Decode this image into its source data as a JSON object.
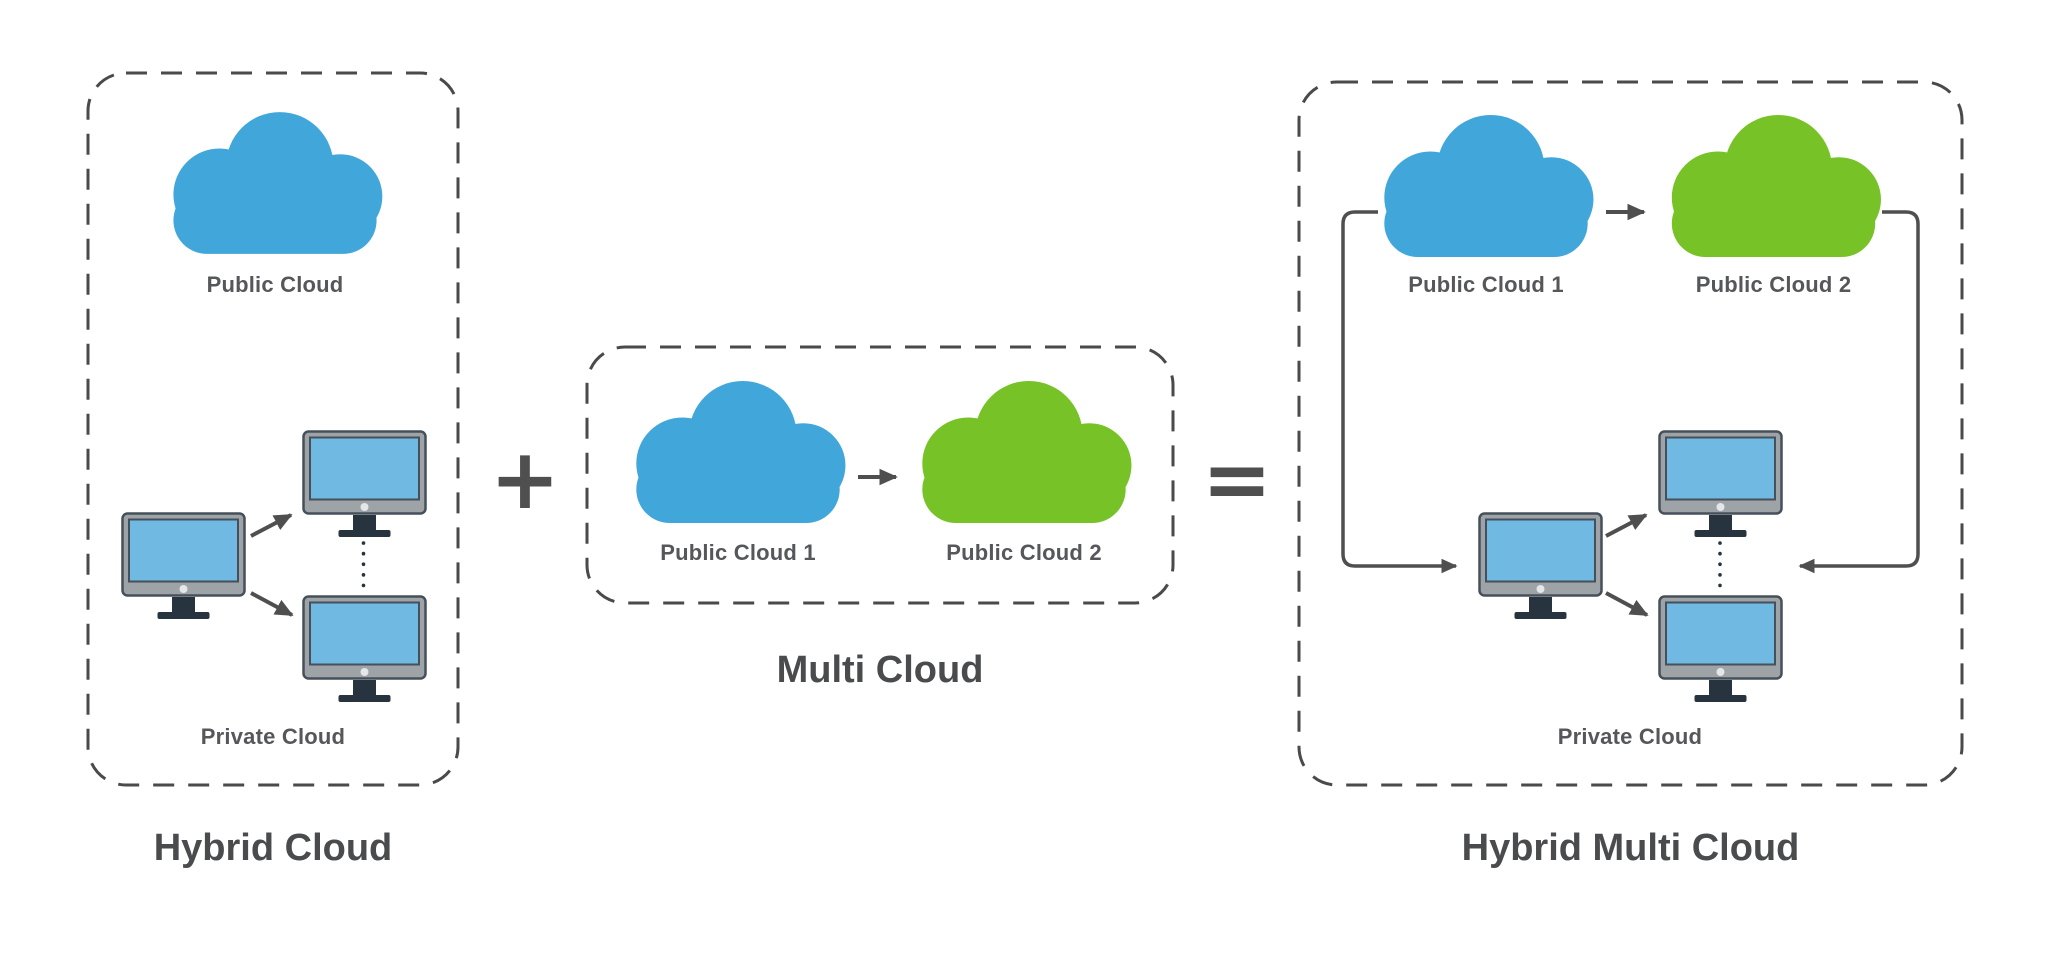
{
  "diagram": {
    "boxes": [
      {
        "id": "hybrid-cloud",
        "title": "Hybrid Cloud",
        "public_cloud_label": "Public Cloud",
        "private_cloud_label": "Private Cloud"
      },
      {
        "id": "multi-cloud",
        "title": "Multi Cloud",
        "public_cloud_1_label": "Public Cloud 1",
        "public_cloud_2_label": "Public Cloud 2"
      },
      {
        "id": "hybrid-multi-cloud",
        "title": "Hybrid Multi Cloud",
        "public_cloud_1_label": "Public Cloud 1",
        "public_cloud_2_label": "Public Cloud 2",
        "private_cloud_label": "Private Cloud"
      }
    ],
    "operators": {
      "plus": "+",
      "equals": "="
    },
    "icons": {
      "cloud": "cloud-icon",
      "monitor": "desktop-monitor-icon",
      "arrow": "arrow-icon",
      "dotted_link": "dotted-link-icon"
    },
    "colors": {
      "cloud_blue": "#41A7DB",
      "cloud_green": "#77C226",
      "monitor_screen_blue": "#70B9E2",
      "monitor_frame_gray": "#9EA3A7",
      "monitor_stand_dark": "#27333E",
      "monitor_border_dark": "#46505A",
      "monitor_button_light": "#E4E6E7",
      "line_gray": "#4F4F4F",
      "dash_border_gray": "#4A4A4A",
      "label_text_gray": "#56575A",
      "title_text_gray": "#4A4B4D"
    }
  }
}
